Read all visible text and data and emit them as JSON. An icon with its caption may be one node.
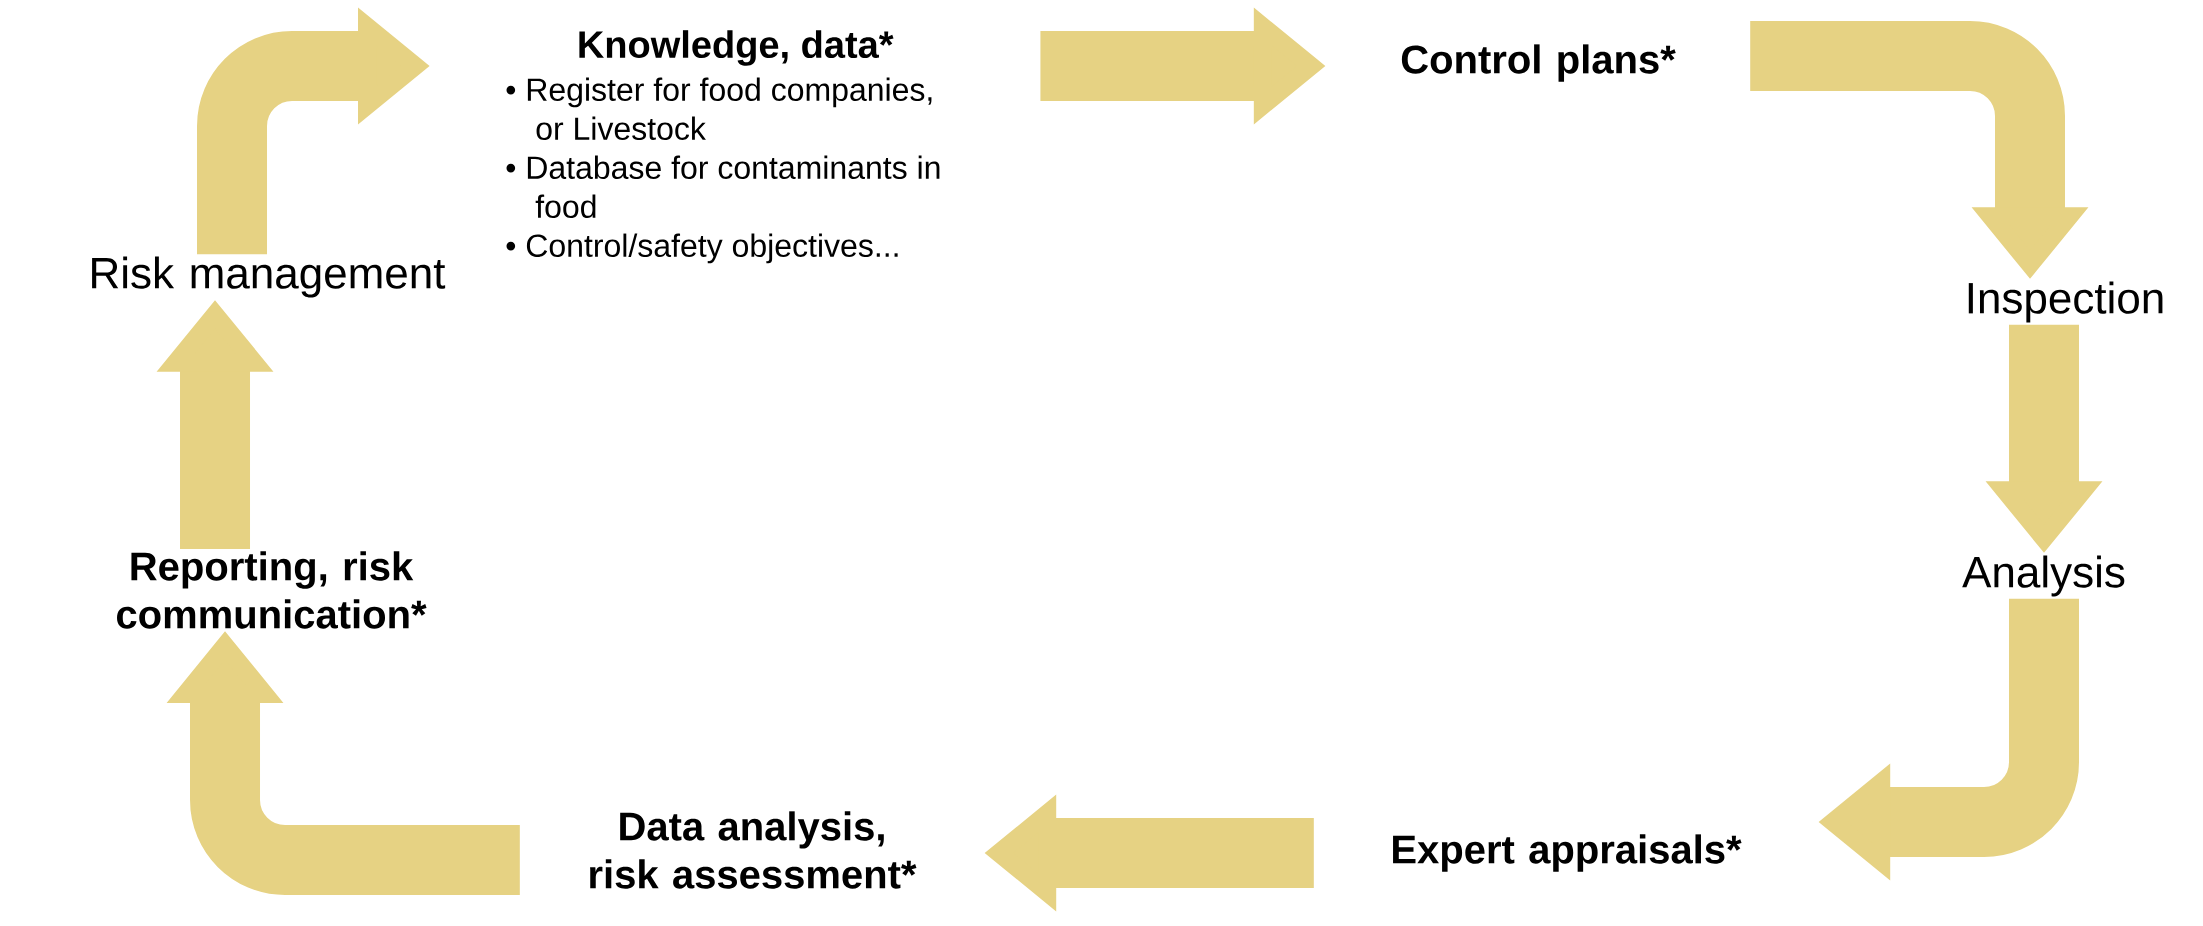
{
  "diagram": {
    "nodes": [
      {
        "text": [
          "Knowledge, data*",
          "• Register for food companies, or Livestock",
          "• Database for contaminants in food",
          "• Control/safety objectives..."
        ]
      },
      {
        "text": [
          "Control plans*"
        ]
      },
      {
        "text": [
          "Inspection"
        ]
      },
      {
        "text": [
          "Analysis"
        ]
      },
      {
        "text": [
          "Expert appraisals*"
        ]
      },
      {
        "text": [
          "Data analysis, risk assessment*"
        ]
      },
      {
        "text": [
          "Reporting, risk communication*"
        ]
      },
      {
        "text": [
          "Risk management"
        ]
      }
    ],
    "edges": [
      {
        "from": 0,
        "to": 1,
        "arrow": "to"
      },
      {
        "from": 1,
        "to": 2,
        "arrow": "to"
      },
      {
        "from": 2,
        "to": 3,
        "arrow": "to"
      },
      {
        "from": 3,
        "to": 4,
        "arrow": "to"
      },
      {
        "from": 4,
        "to": 5,
        "arrow": "to"
      },
      {
        "from": 5,
        "to": 6,
        "arrow": "to"
      },
      {
        "from": 6,
        "to": 7,
        "arrow": "to"
      },
      {
        "from": 7,
        "to": 0,
        "arrow": "to"
      }
    ]
  }
}
